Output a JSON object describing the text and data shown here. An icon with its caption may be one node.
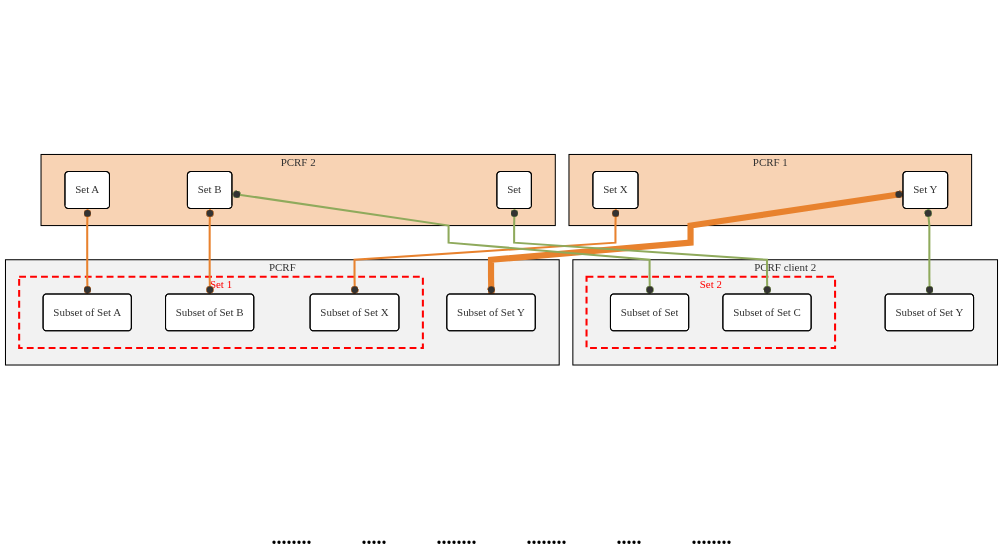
{
  "diagram": {
    "nodes": [
      {
        "text": [
          "PCRF 1"
        ]
      },
      {
        "text": [
          "Set X"
        ],
        "in": 0
      },
      {
        "text": [
          "Set Y"
        ],
        "in": 0
      },
      {
        "text": [
          "PCRF"
        ]
      },
      {
        "text": [
          "Set 1"
        ],
        "in": 3
      },
      {
        "text": [
          "Subset of Set A"
        ],
        "in": 4
      },
      {
        "text": [
          "Subset of Set X"
        ],
        "in": 4
      },
      {
        "text": [
          "Subset of Set B"
        ],
        "in": 4
      },
      {
        "text": [
          "Subset of Set Y"
        ],
        "in": 3
      },
      {
        "text": [
          "PCRF 2"
        ]
      },
      {
        "text": [
          "Set A"
        ],
        "in": 9
      },
      {
        "text": [
          "Set B"
        ],
        "in": 9
      },
      {
        "text": [
          "Set"
        ],
        "in": 9
      },
      {
        "text": [
          "PCRF client 2"
        ]
      },
      {
        "text": [
          "Set 2"
        ],
        "in": 13
      },
      {
        "text": [
          "Subset of Set"
        ],
        "in": 14
      },
      {
        "text": [
          "Subset of Set C"
        ],
        "in": 14
      },
      {
        "text": [
          "Subset of Set Y"
        ],
        "in": 13
      }
    ],
    "edges": [
      {
        "from": 1,
        "to": 6,
        "arrow": "other"
      },
      {
        "from": 2,
        "to": 8,
        "arrow": "other",
        "style": "thick"
      },
      {
        "from": 10,
        "to": 5,
        "arrow": "other"
      },
      {
        "from": 11,
        "to": 7,
        "arrow": "other"
      },
      {
        "from": 11,
        "to": 15,
        "arrow": "other",
        "color": "#8faa5c"
      },
      {
        "from": 12,
        "to": 16,
        "arrow": "other",
        "color": "#8faa5c"
      },
      {
        "from": 2,
        "to": 17,
        "arrow": "other",
        "color": "#8faa5c"
      }
    ],
    "labels": [
      "........",
      ".....",
      "........",
      "........",
      ".....",
      "........"
    ]
  }
}
